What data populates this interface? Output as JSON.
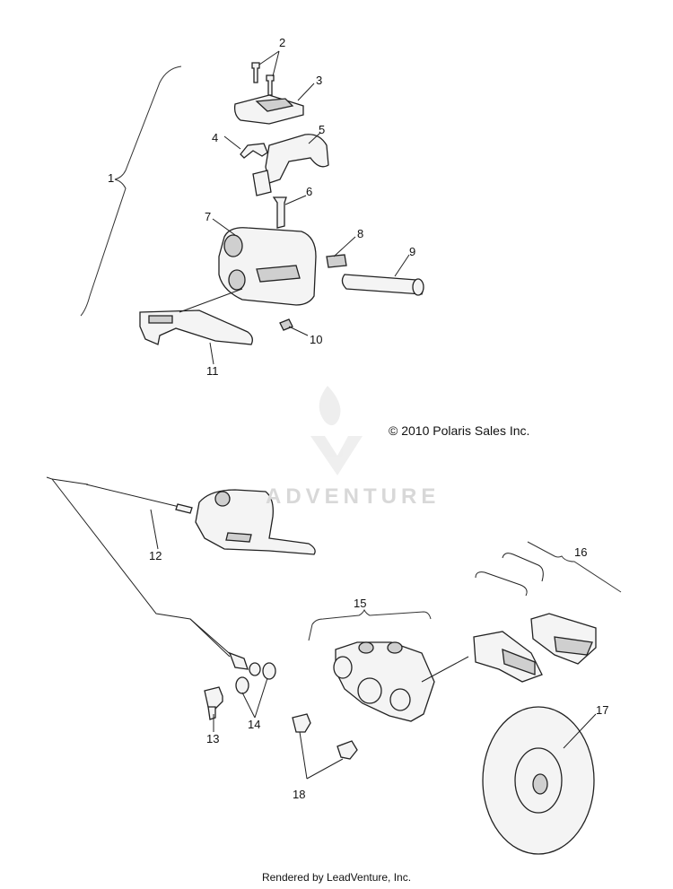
{
  "copyright": "© 2010 Polaris Sales Inc.",
  "watermark": "ADVENTURE",
  "footer": "Rendered by LeadVenture, Inc.",
  "callouts": {
    "c1": "1",
    "c2": "2",
    "c3": "3",
    "c4": "4",
    "c5": "5",
    "c6": "6",
    "c7": "7",
    "c8": "8",
    "c9": "9",
    "c10": "10",
    "c11": "11",
    "c12": "12",
    "c13": "13",
    "c14": "14",
    "c15": "15",
    "c16": "16",
    "c17": "17",
    "c18": "18"
  }
}
